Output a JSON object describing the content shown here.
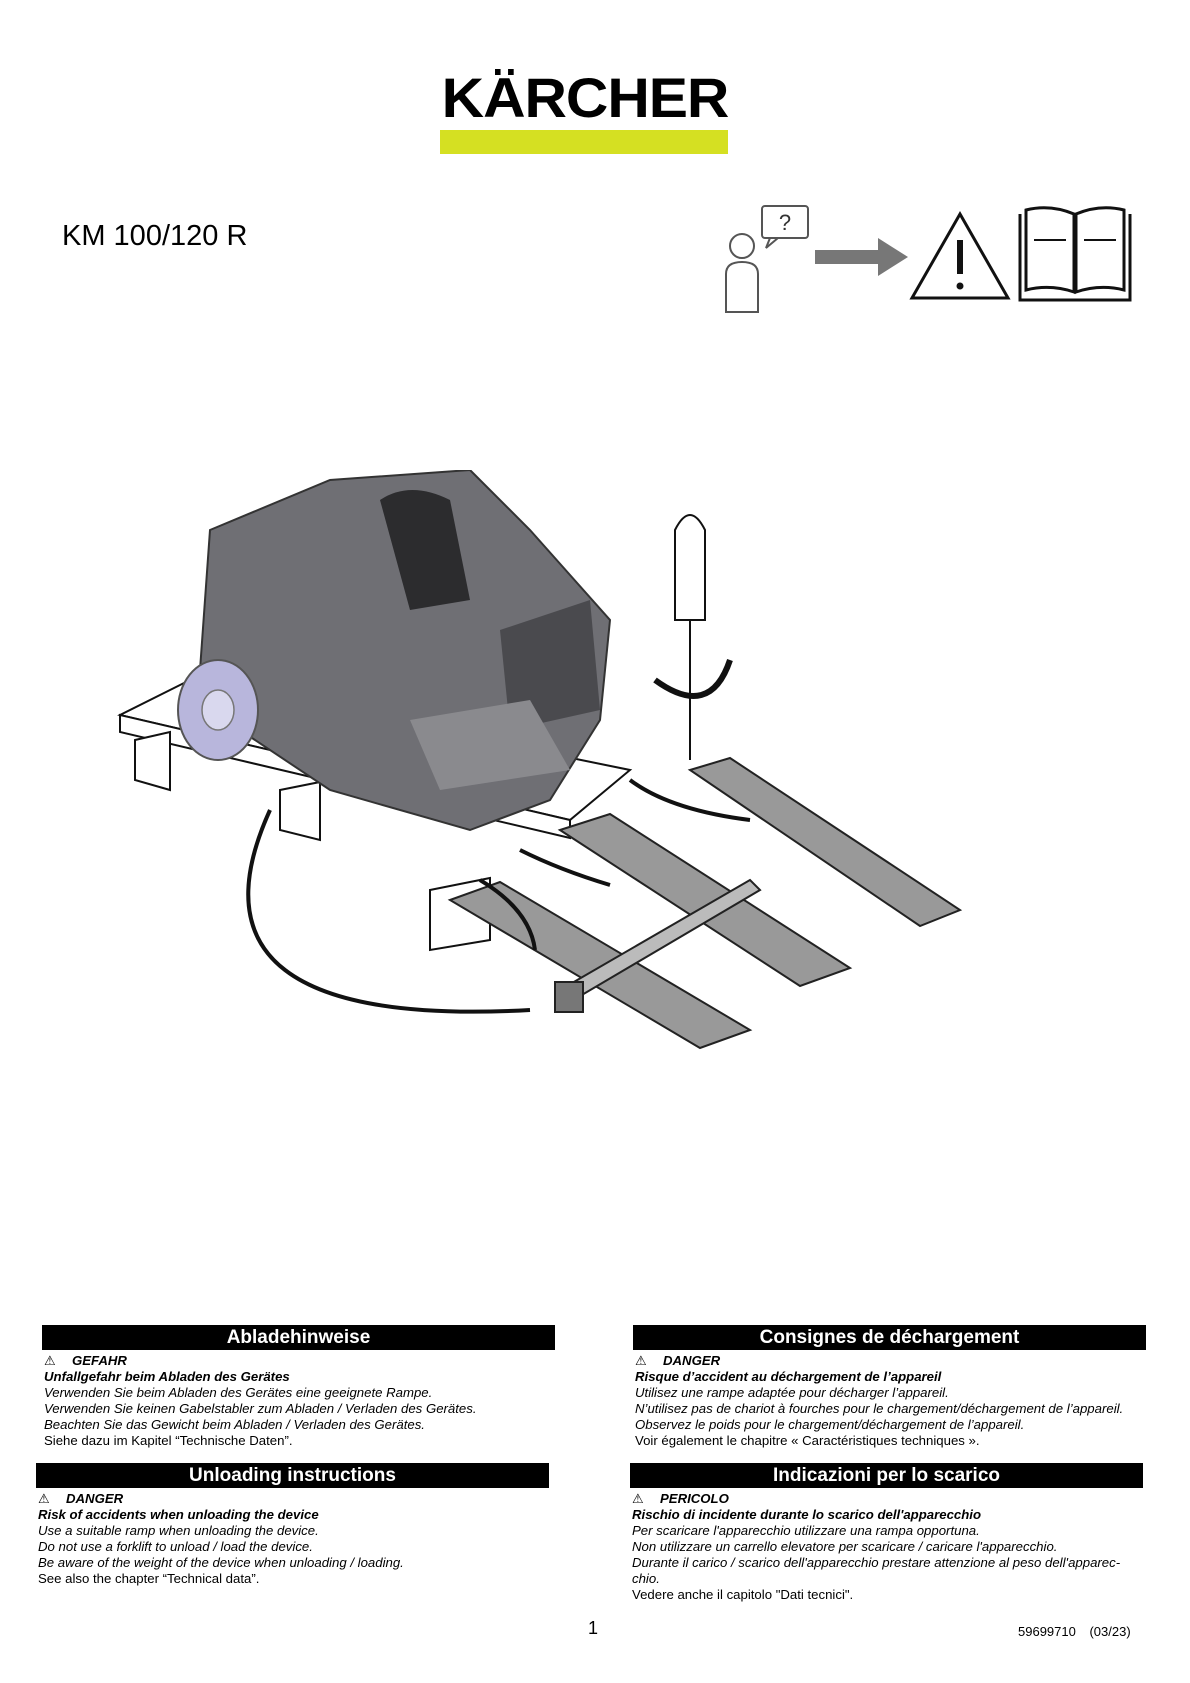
{
  "brand": {
    "name": "KÄRCHER",
    "bar_color": "#d5e022"
  },
  "model": "KM 100/120 R",
  "pictograms": [
    "person-question-icon",
    "arrow-right-icon",
    "warning-triangle-icon",
    "manual-book-icon"
  ],
  "sections": [
    {
      "title": "Abladehinweise",
      "warning": "GEFAHR",
      "risk": "Unfallgefahr beim Abladen des Gerätes",
      "lines": [
        "Verwenden Sie beim Abladen des Gerätes eine geeignete Rampe.",
        "Verwenden Sie keinen Gabelstabler zum Abladen / Verladen des Gerätes.",
        "Beachten Sie das Gewicht beim Abladen / Verladen des Gerätes."
      ],
      "see_also": "Siehe dazu im Kapitel “Technische Daten”."
    },
    {
      "title": "Consignes de déchargement",
      "warning": "DANGER",
      "risk": "Risque d’accident au déchargement de l’appareil",
      "lines": [
        "Utilisez une rampe adaptée pour décharger l’appareil.",
        "N’utilisez pas de chariot à fourches pour le chargement/déchargement de l’appareil.",
        "Observez le poids pour le chargement/déchargement de l’appareil."
      ],
      "see_also": "Voir également le chapitre « Caractéristiques techniques »."
    },
    {
      "title": "Unloading instructions",
      "warning": "DANGER",
      "risk": "Risk of accidents when unloading the device",
      "lines": [
        "Use a suitable ramp when unloading the device.",
        "Do not use a forklift to unload / load the device.",
        "Be aware of the weight of the device when unloading / loading."
      ],
      "see_also": "See also the chapter “Technical data”."
    },
    {
      "title": "Indicazioni per lo scarico",
      "warning": "PERICOLO",
      "risk": "Rischio di incidente durante lo scarico dell'apparecchio",
      "lines": [
        "Per scaricare l'apparecchio utilizzare una rampa opportuna.",
        "Non utilizzare un carrello elevatore per scaricare / caricare l'apparecchio.",
        "Durante il carico / scarico dell'apparecchio prestare attenzione al peso dell'apparec-chio."
      ],
      "see_also": "Vedere anche il capitolo \"Dati tecnici\"."
    }
  ],
  "footer": {
    "page_number": "1",
    "doc_id": "59699710",
    "date": "(03/23)"
  }
}
